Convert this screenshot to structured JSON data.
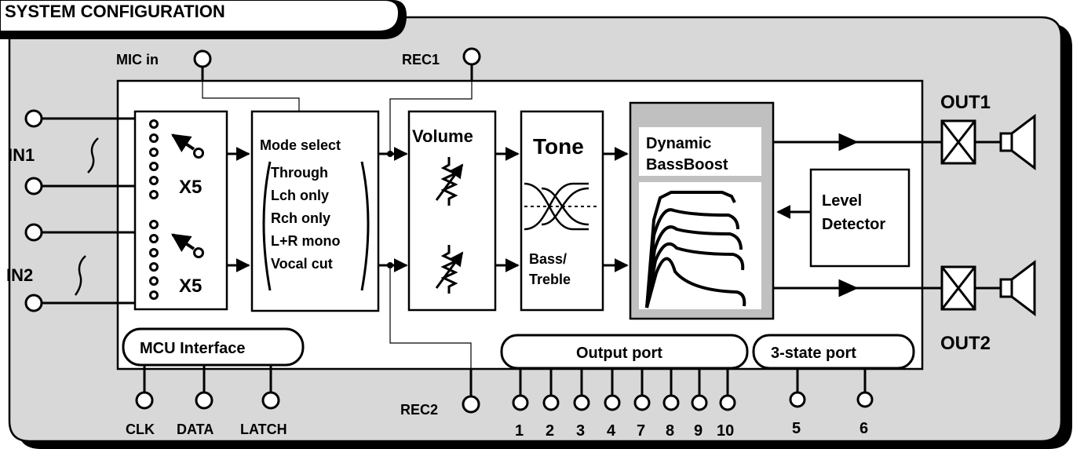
{
  "title": "SYSTEM CONFIGURATION",
  "colors": {
    "frame_fill": "#d8d8d8",
    "shadow": "#000000",
    "chip_fill": "#ffffff",
    "bass_fill": "#c0c0c0"
  },
  "inputs": {
    "in1": "IN1",
    "in2": "IN2",
    "mic": "MIC in",
    "rec1": "REC1",
    "rec2": "REC2"
  },
  "selector": {
    "top_label": "X5",
    "bottom_label": "X5"
  },
  "mode_select": {
    "title": "Mode select",
    "modes": [
      "Through",
      "Lch only",
      "Rch only",
      "L+R mono",
      "Vocal cut"
    ]
  },
  "volume": {
    "title": "Volume"
  },
  "tone": {
    "title": "Tone",
    "sub1": "Bass/",
    "sub2": "Treble"
  },
  "bass_boost": {
    "line1": "Dynamic",
    "line2": "BassBoost"
  },
  "level_detector": {
    "line1": "Level",
    "line2": "Detector"
  },
  "outputs": {
    "out1": "OUT1",
    "out2": "OUT2"
  },
  "mcu": {
    "title": "MCU Interface",
    "pins": [
      "CLK",
      "DATA",
      "LATCH"
    ]
  },
  "output_port": {
    "title": "Output port",
    "pins": [
      "1",
      "2",
      "3",
      "4",
      "7",
      "8",
      "9",
      "10"
    ]
  },
  "tristate_port": {
    "title": "3-state port",
    "pins": [
      "5",
      "6"
    ]
  }
}
